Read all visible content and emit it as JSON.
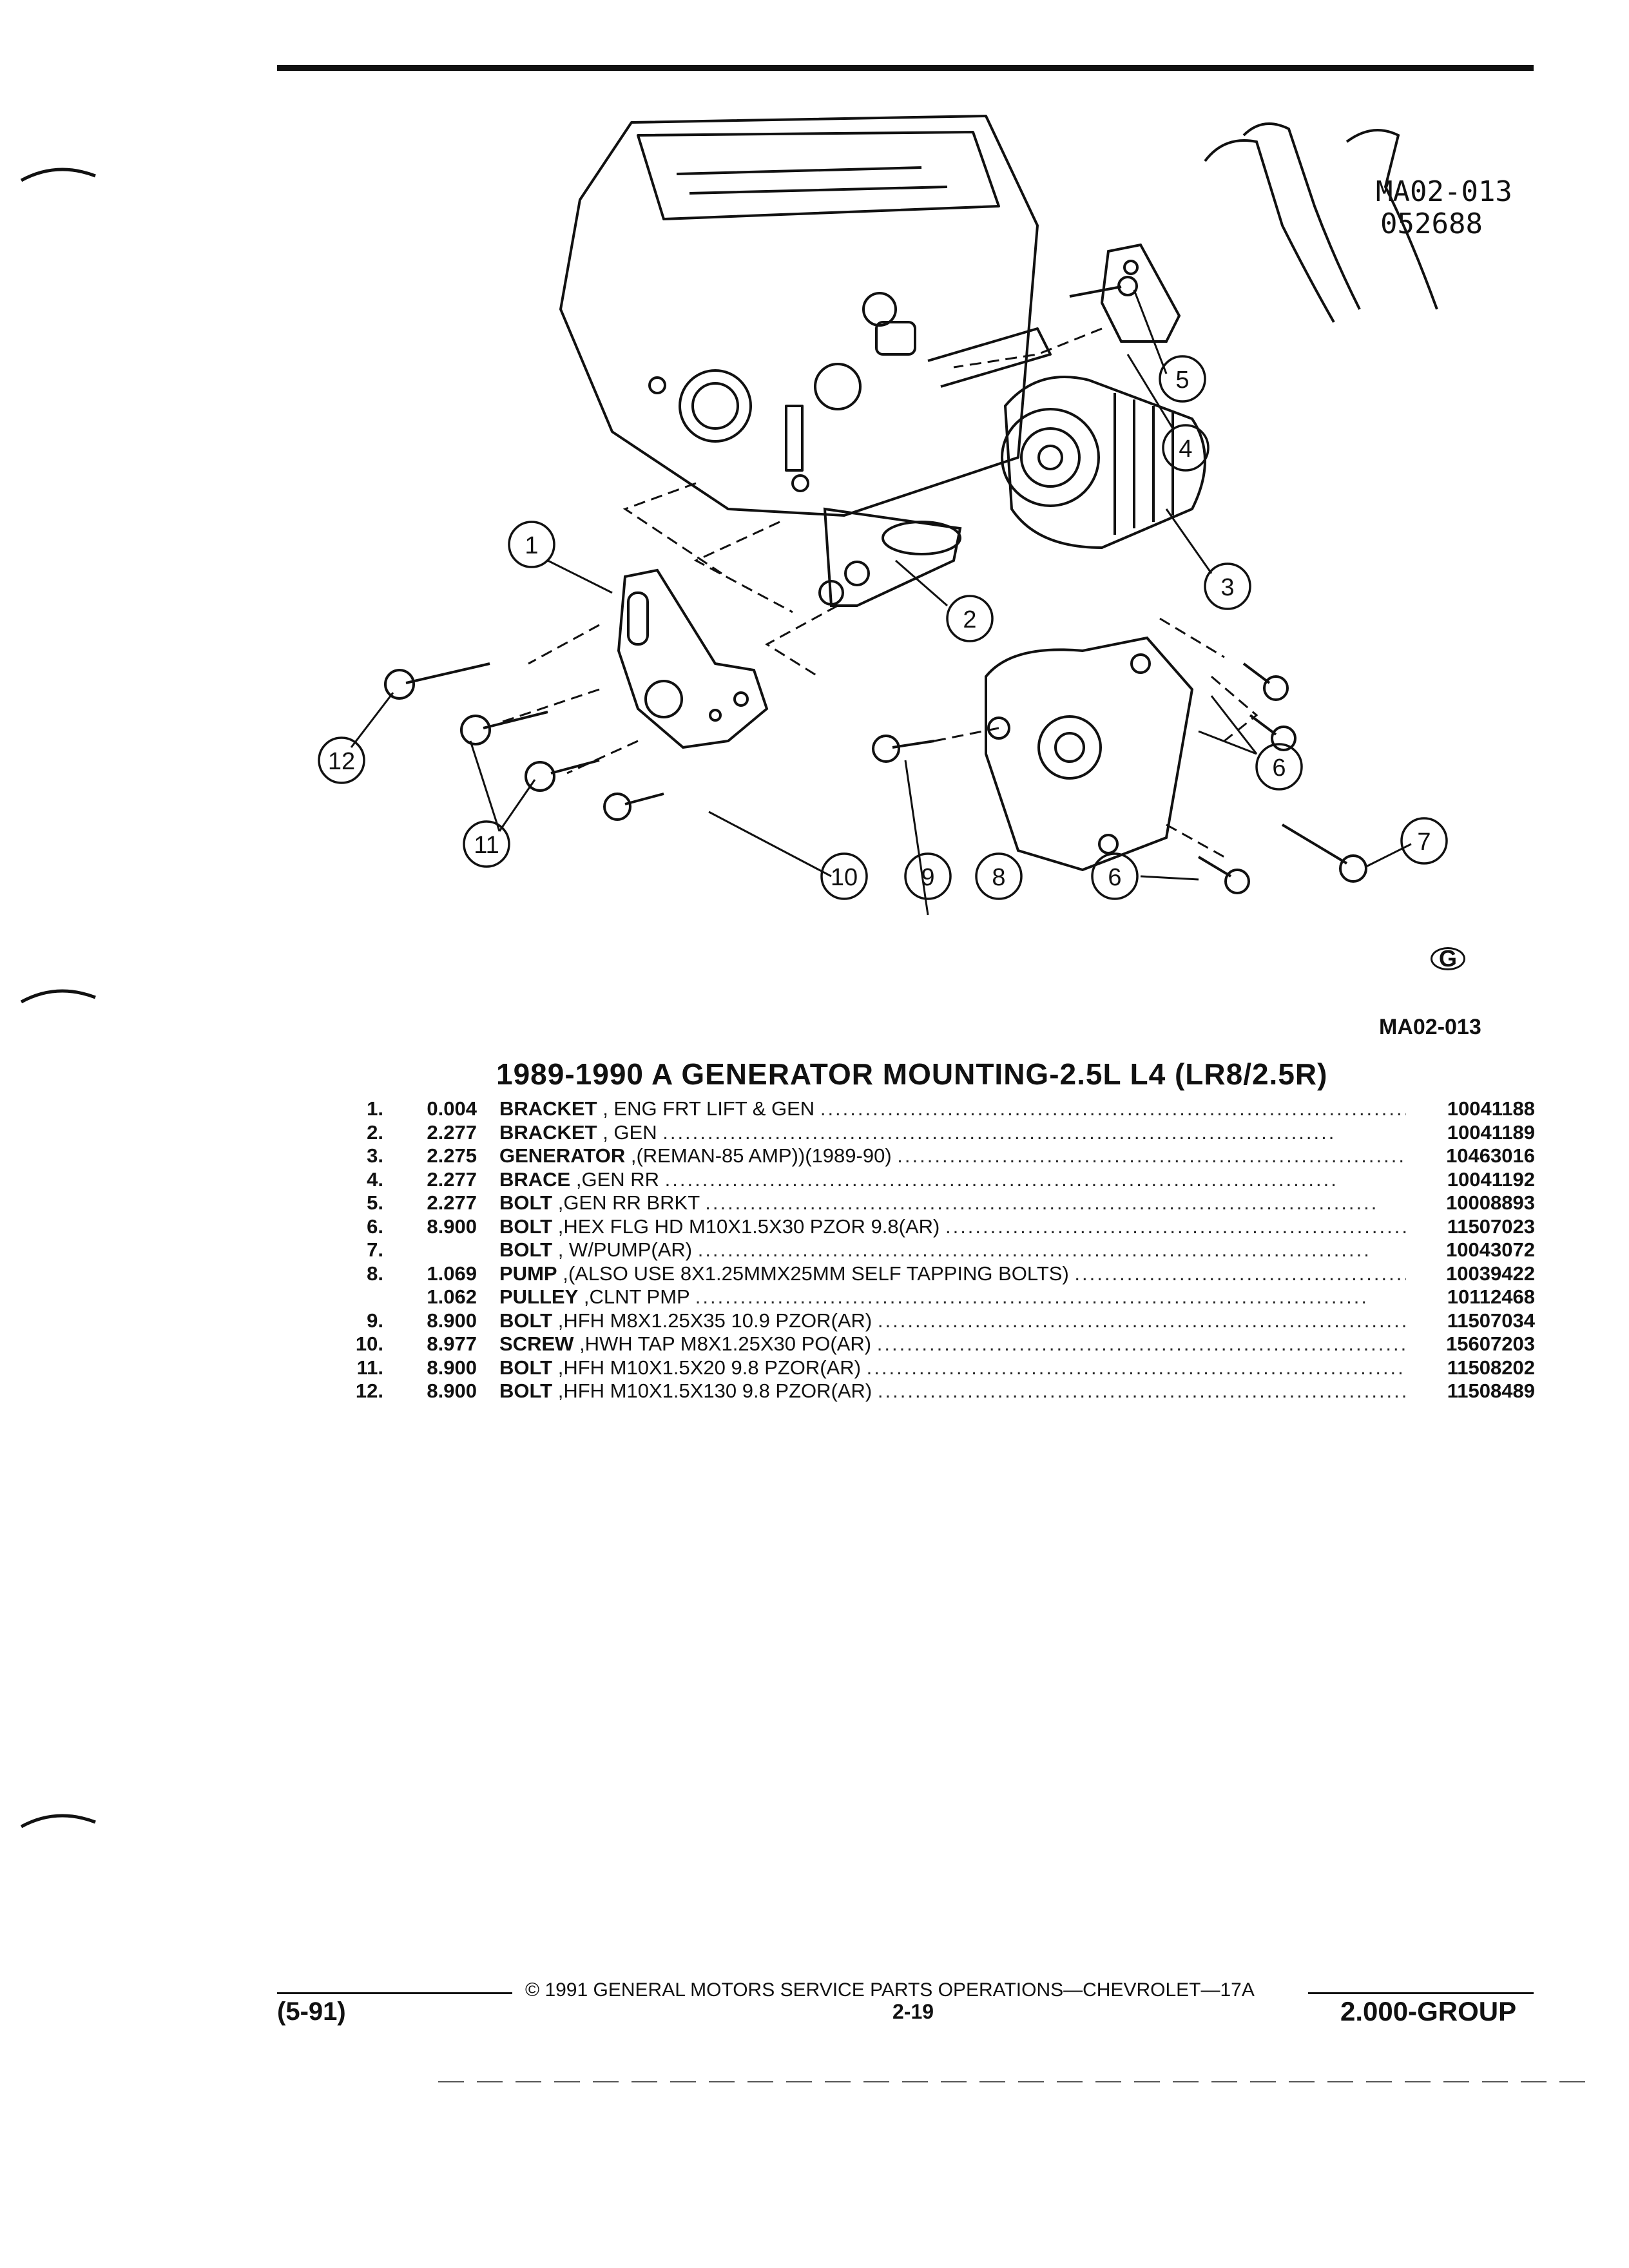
{
  "figure": {
    "code_top": "MA02-013",
    "code_date": "052688",
    "code_bottom": "MA02-013",
    "logo": "G",
    "callouts": [
      "1",
      "2",
      "3",
      "4",
      "5",
      "6",
      "6",
      "7",
      "8",
      "9",
      "10",
      "11",
      "12"
    ]
  },
  "parts": {
    "title": "1989-1990 A GENERATOR MOUNTING-2.5L L4 (LR8/2.5R)",
    "rows": [
      {
        "num": "1.",
        "qty": "0.004",
        "name": "BRACKET",
        "desc": ", ENG FRT LIFT & GEN",
        "part": "10041188"
      },
      {
        "num": "2.",
        "qty": "2.277",
        "name": "BRACKET",
        "desc": ", GEN",
        "part": "10041189"
      },
      {
        "num": "3.",
        "qty": "2.275",
        "name": "GENERATOR",
        "desc": ",(REMAN-85 AMP))(1989-90)",
        "part": "10463016"
      },
      {
        "num": "4.",
        "qty": "2.277",
        "name": "BRACE",
        "desc": ",GEN RR",
        "part": "10041192"
      },
      {
        "num": "5.",
        "qty": "2.277",
        "name": "BOLT",
        "desc": ",GEN RR BRKT",
        "part": "10008893"
      },
      {
        "num": "6.",
        "qty": "8.900",
        "name": "BOLT",
        "desc": ",HEX FLG HD M10X1.5X30 PZOR 9.8(AR)",
        "part": "11507023"
      },
      {
        "num": "7.",
        "qty": "",
        "name": "BOLT",
        "desc": ", W/PUMP(AR)",
        "part": "10043072"
      },
      {
        "num": "8.",
        "qty": "1.069",
        "name": "PUMP",
        "desc": ",(ALSO USE 8X1.25MMX25MM SELF TAPPING BOLTS)",
        "part": "10039422"
      },
      {
        "num": "",
        "qty": "1.062",
        "name": "PULLEY",
        "desc": ",CLNT PMP",
        "part": "10112468"
      },
      {
        "num": "9.",
        "qty": "8.900",
        "name": "BOLT",
        "desc": ",HFH M8X1.25X35 10.9 PZOR(AR)",
        "part": "11507034"
      },
      {
        "num": "10.",
        "qty": "8.977",
        "name": "SCREW",
        "desc": ",HWH TAP M8X1.25X30 PO(AR)",
        "part": "15607203"
      },
      {
        "num": "11.",
        "qty": "8.900",
        "name": "BOLT",
        "desc": ",HFH M10X1.5X20 9.8 PZOR(AR)",
        "part": "11508202"
      },
      {
        "num": "12.",
        "qty": "8.900",
        "name": "BOLT",
        "desc": ",HFH M10X1.5X130 9.8 PZOR(AR)",
        "part": "11508489"
      }
    ]
  },
  "footer": {
    "copyright": "© 1991 GENERAL MOTORS SERVICE PARTS OPERATIONS—CHEVROLET—17A",
    "date": "(5-91)",
    "page": "2-19",
    "group": "2.000-GROUP"
  }
}
